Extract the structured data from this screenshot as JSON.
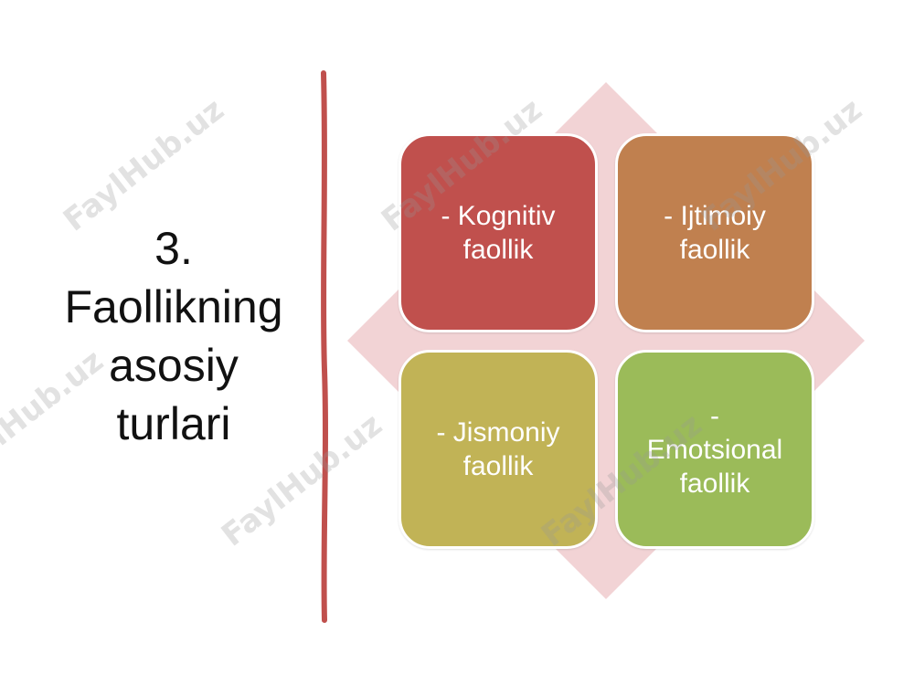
{
  "slide": {
    "title_lines": [
      "3.",
      "Faollikning",
      "asosiy",
      "turlari"
    ],
    "boxes": [
      {
        "text": "- Kognitiv\nfaollik",
        "color": "#C0504D"
      },
      {
        "text": "- Ijtimoiy\nfaollik",
        "color": "#C0804F"
      },
      {
        "text": "- Jismoniy\nfaollik",
        "color": "#C1B356"
      },
      {
        "text": "-\nEmotsional\nfaollik",
        "color": "#9BBB59"
      }
    ],
    "diamond_color": "#F2D3D5",
    "divider_color": "#C0504D",
    "watermark": "FaylHub.uz"
  }
}
